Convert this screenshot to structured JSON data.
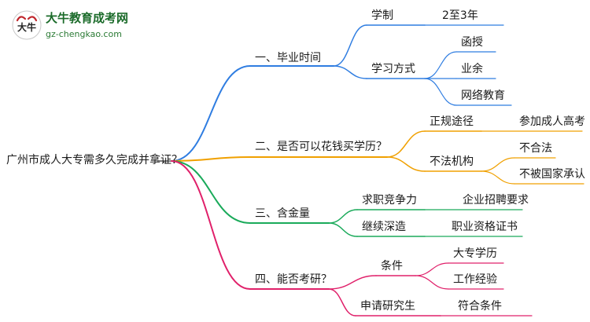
{
  "logo": {
    "title": "大牛教育成考网",
    "url": "gz-chengkao.com",
    "mark_text": "大牛"
  },
  "colors": {
    "blue": "#2f7de1",
    "orange": "#f0a000",
    "green": "#1aaa5a",
    "pink": "#e0206a",
    "root_line": "#555555"
  },
  "root": "广州市成人大专需多久完成并拿证？",
  "branches": [
    {
      "label": "一、毕业时间",
      "children": [
        {
          "label": "学制",
          "children": [
            "2至3年"
          ]
        },
        {
          "label": "学习方式",
          "children": [
            "函授",
            "业余",
            "网络教育"
          ]
        }
      ]
    },
    {
      "label": "二、是否可以花钱买学历？",
      "children": [
        {
          "label": "正规途径",
          "children": [
            "参加成人高考"
          ]
        },
        {
          "label": "不法机构",
          "children": [
            "不合法",
            "不被国家承认"
          ]
        }
      ]
    },
    {
      "label": "三、含金量",
      "children": [
        {
          "label": "求职竞争力",
          "children": [
            "企业招聘要求"
          ]
        },
        {
          "label": "继续深造",
          "children": [
            "职业资格证书"
          ]
        }
      ]
    },
    {
      "label": "四、能否考研？",
      "children": [
        {
          "label": "条件",
          "children": [
            "大专学历",
            "工作经验"
          ]
        },
        {
          "label": "申请研究生",
          "children": [
            "符合条件"
          ]
        }
      ]
    }
  ]
}
